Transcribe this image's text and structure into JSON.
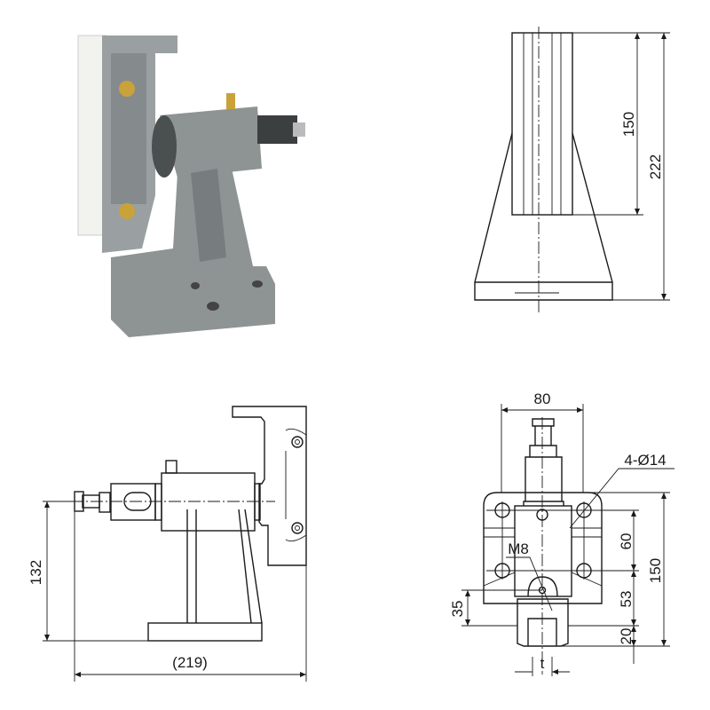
{
  "photo": {
    "icon": "tensioning-device-photo"
  },
  "side_view": {
    "dim_height_inner": "150",
    "dim_height_total": "222"
  },
  "front_view": {
    "dim_axis_height": "132",
    "dim_total_length": "(219)"
  },
  "end_view": {
    "dim_width": "80",
    "holes_label": "4-Ø14",
    "dim_hole_spacing": "60",
    "dim_total_height": "150",
    "thread_label": "M8",
    "dim_53": "53",
    "dim_35": "35",
    "dim_20": "20",
    "slot_label": "t"
  },
  "colors": {
    "line": "#1a1a1a",
    "casting": "#8e9394",
    "brass": "#c9a23a",
    "white_plate": "#f2f2ef"
  }
}
